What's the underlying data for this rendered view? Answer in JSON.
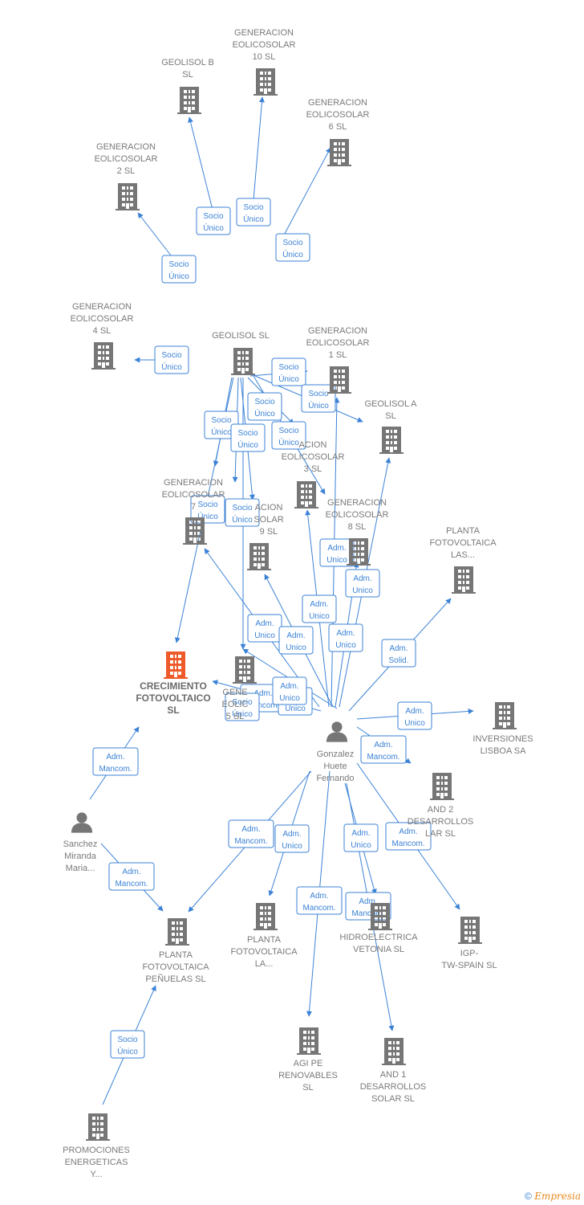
{
  "nodes": [
    {
      "id": "crecimiento",
      "type": "company",
      "main": true,
      "lines": [
        "CRECIMIENTO",
        "FOTOVOLTAICO",
        "SL"
      ]
    },
    {
      "id": "geolisol",
      "type": "company",
      "lines": [
        "GEOLISOL  SL"
      ]
    },
    {
      "id": "geolisol_b",
      "type": "company",
      "lines": [
        "GEOLISOL B",
        "SL"
      ]
    },
    {
      "id": "gen10",
      "type": "company",
      "lines": [
        "GENERACION",
        "EOLICOSOLAR",
        "10  SL"
      ]
    },
    {
      "id": "gen6",
      "type": "company",
      "lines": [
        "GENERACION",
        "EOLICOSOLAR",
        "6  SL"
      ]
    },
    {
      "id": "gen2",
      "type": "company",
      "lines": [
        "GENERACION",
        "EOLICOSOLAR",
        "2  SL"
      ]
    },
    {
      "id": "gen4",
      "type": "company",
      "lines": [
        "GENERACION",
        "EOLICOSOLAR",
        "4  SL"
      ]
    },
    {
      "id": "gen1",
      "type": "company",
      "lines": [
        "GENERACION",
        "EOLICOSOLAR",
        "1  SL"
      ]
    },
    {
      "id": "geolisol_a",
      "type": "company",
      "lines": [
        "GEOLISOL A",
        "SL"
      ]
    },
    {
      "id": "gen3",
      "type": "company",
      "lines": [
        "ACION",
        "EOLICOSOLAR",
        "3  SL"
      ]
    },
    {
      "id": "gen7",
      "type": "company",
      "lines": [
        "GENERACION",
        "EOLICOSOLAR",
        "7"
      ]
    },
    {
      "id": "gen9",
      "type": "company",
      "lines": [
        "ACION",
        "SOLAR",
        "9  SL"
      ]
    },
    {
      "id": "gen8",
      "type": "company",
      "lines": [
        "GENERACION",
        "EOLICOSOLAR",
        "8  SL"
      ]
    },
    {
      "id": "planta_las",
      "type": "company",
      "lines": [
        "PLANTA",
        "FOTOVOLTAICA",
        "LAS..."
      ]
    },
    {
      "id": "gen5",
      "type": "company",
      "lines": [
        "GENE",
        "EOLIC",
        "5  SL"
      ]
    },
    {
      "id": "inversiones",
      "type": "company",
      "lines": [
        "INVERSIONES",
        "LISBOA SA"
      ]
    },
    {
      "id": "and2",
      "type": "company",
      "lines": [
        "AND 2",
        "DESARROLLOS",
        "LAR  SL"
      ]
    },
    {
      "id": "gonzalez",
      "type": "person",
      "lines": [
        "Gonzalez",
        "Huete",
        "Fernando"
      ]
    },
    {
      "id": "sanchez",
      "type": "person",
      "lines": [
        "Sanchez",
        "Miranda",
        "Maria..."
      ]
    },
    {
      "id": "penuelas",
      "type": "company",
      "lines": [
        "PLANTA",
        "FOTOVOLTAICA",
        "PEÑUELAS SL"
      ]
    },
    {
      "id": "planta_la",
      "type": "company",
      "lines": [
        "PLANTA",
        "FOTOVOLTAICA",
        "LA..."
      ]
    },
    {
      "id": "hidro",
      "type": "company",
      "lines": [
        "HIDROELECTRICA",
        "VETONIA SL"
      ]
    },
    {
      "id": "igp",
      "type": "company",
      "lines": [
        "IGP-",
        "TW-SPAIN  SL"
      ]
    },
    {
      "id": "agi",
      "type": "company",
      "lines": [
        "AGI PE",
        "RENOVABLES",
        "SL"
      ]
    },
    {
      "id": "and1",
      "type": "company",
      "lines": [
        "AND 1",
        "DESARROLLOS",
        "SOLAR  SL"
      ]
    },
    {
      "id": "promociones",
      "type": "company",
      "lines": [
        "PROMOCIONES",
        "ENERGETICAS",
        "Y..."
      ]
    }
  ],
  "badges": [
    {
      "lines": [
        "Socio",
        "Único"
      ]
    },
    {
      "lines": [
        "Socio",
        "Único"
      ]
    },
    {
      "lines": [
        "Socio",
        "Único"
      ]
    },
    {
      "lines": [
        "Socio",
        "Único"
      ]
    },
    {
      "lines": [
        "Socio",
        "Único"
      ]
    },
    {
      "lines": [
        "Socio",
        "Único"
      ]
    },
    {
      "lines": [
        "Socio",
        "Único"
      ]
    },
    {
      "lines": [
        "Socio",
        "Único"
      ]
    },
    {
      "lines": [
        "Socio",
        "Único"
      ]
    },
    {
      "lines": [
        "Socio",
        "Único"
      ]
    },
    {
      "lines": [
        "Socio",
        "Único"
      ]
    },
    {
      "lines": [
        "Socio",
        "Único"
      ]
    },
    {
      "lines": [
        "Socio",
        "Único"
      ]
    },
    {
      "lines": [
        "Socio",
        "Único"
      ]
    },
    {
      "lines": [
        "Adm.",
        "Unico"
      ]
    },
    {
      "lines": [
        "Adm.",
        "Unico"
      ]
    },
    {
      "lines": [
        "Adm.",
        "Unico"
      ]
    },
    {
      "lines": [
        "Adm.",
        "Unico"
      ]
    },
    {
      "lines": [
        "Adm.",
        "Unico"
      ]
    },
    {
      "lines": [
        "Adm.",
        "Unico"
      ]
    },
    {
      "lines": [
        "Adm.",
        "Solid."
      ]
    },
    {
      "lines": [
        "Adm.",
        "Mancom."
      ]
    },
    {
      "lines": [
        "Adm.",
        "Unico"
      ]
    },
    {
      "lines": [
        "Adm.",
        "Unico"
      ]
    },
    {
      "lines": [
        "Adm.",
        "Mancom."
      ]
    },
    {
      "lines": [
        "Adm.",
        "Mancom."
      ]
    },
    {
      "lines": [
        "Adm.",
        "Unico"
      ]
    },
    {
      "lines": [
        "Adm.",
        "Unico"
      ]
    },
    {
      "lines": [
        "Adm.",
        "Mancom."
      ]
    },
    {
      "lines": [
        "Adm.",
        "Mancom."
      ]
    },
    {
      "lines": [
        "Adm.",
        "Mancom."
      ]
    },
    {
      "lines": [
        "Adm.",
        "Mancom."
      ]
    },
    {
      "lines": [
        "Adm.",
        "Mancom."
      ]
    },
    {
      "lines": [
        "Socio",
        "Único"
      ]
    },
    {
      "lines": [
        "Adm.",
        "Unico"
      ]
    }
  ],
  "footer": {
    "copyright": "©",
    "brand": "Empresia"
  }
}
